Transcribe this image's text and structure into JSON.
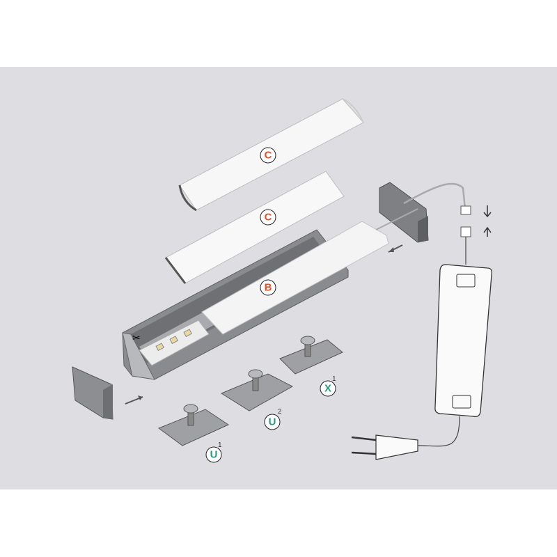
{
  "labels": {
    "cover_round": "C",
    "cover_flat": "C",
    "insert": "B",
    "clip_x": "X",
    "clip_x_sup": "1",
    "clip_u2": "U",
    "clip_u2_sup": "2",
    "clip_u1": "U",
    "clip_u1_sup": "1"
  },
  "colors": {
    "background_band": "#dedde1",
    "label_orange": "#d9532b",
    "label_teal": "#2a9a80",
    "profile_gray": "#8a8b8f",
    "diffuser_white": "#f6f6f6"
  }
}
